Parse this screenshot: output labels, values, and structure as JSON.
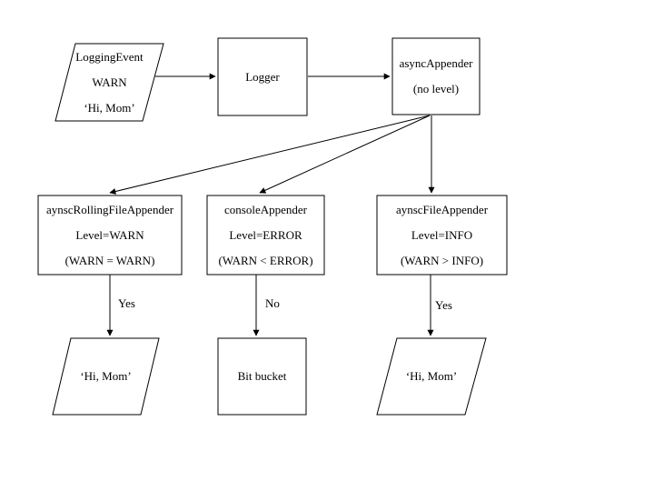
{
  "diagram": {
    "title": "logging appender threshold flowchart",
    "colors": {
      "background": "#ffffff",
      "stroke": "#000000",
      "text": "#000000"
    },
    "nodes": {
      "loggingEvent": {
        "shape": "parallelogram",
        "lines": [
          "LoggingEvent",
          "WARN",
          "‘Hi, Mom’"
        ]
      },
      "logger": {
        "shape": "rectangle",
        "lines": [
          "Logger"
        ]
      },
      "asyncAppender": {
        "shape": "rectangle",
        "lines": [
          "asyncAppender",
          "(no level)"
        ]
      },
      "rollingFileAppender": {
        "shape": "rectangle",
        "lines": [
          "aynscRollingFileAppender",
          "Level=WARN",
          "(WARN = WARN)"
        ]
      },
      "consoleAppender": {
        "shape": "rectangle",
        "lines": [
          "consoleAppender",
          "Level=ERROR",
          "(WARN < ERROR)"
        ]
      },
      "fileAppender": {
        "shape": "rectangle",
        "lines": [
          "aynscFileAppender",
          "Level=INFO",
          "(WARN > INFO)"
        ]
      },
      "outputWarn": {
        "shape": "parallelogram",
        "lines": [
          "‘Hi, Mom’"
        ]
      },
      "bitBucket": {
        "shape": "rectangle",
        "lines": [
          "Bit bucket"
        ]
      },
      "outputInfo": {
        "shape": "parallelogram",
        "lines": [
          "‘Hi, Mom’"
        ]
      }
    },
    "edge_labels": {
      "rollingDecision": "Yes",
      "consoleDecision": "No",
      "fileDecision": "Yes"
    }
  }
}
